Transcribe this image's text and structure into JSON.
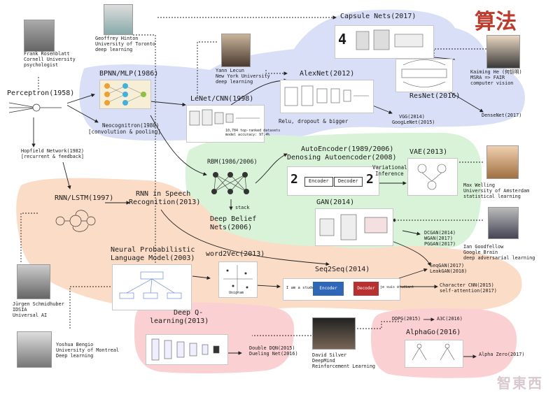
{
  "title": "算法",
  "watermark": "智東西",
  "colors": {
    "blue": "#d9dff7",
    "green": "#d8f3d8",
    "orange": "#fbdcc6",
    "pink": "#fbd0d3",
    "title": "#c0392b"
  },
  "people": {
    "rosenblatt": [
      "Frank Rosenblatt",
      "Cornell University",
      "psychologist"
    ],
    "hinton": [
      "Geoffrey Hinton",
      "University of Toronto",
      "deep learning"
    ],
    "lecun": [
      "Yann Lecun",
      "New York University",
      "deep learning"
    ],
    "he": [
      "Kaiming He (何恺明)",
      "MSRA => FAIR",
      "computer vision"
    ],
    "welling": [
      "Max Welling",
      "University of Amsterdam",
      "statistical learning"
    ],
    "goodfellow": [
      "Ian Goodfellow",
      "Google Brain",
      "deep adversarial learning"
    ],
    "schmidhuber": [
      "Jürgen Schmidhuber",
      "IDSIA",
      "Universal AI"
    ],
    "bengio": [
      "Yoshua Bengio",
      "University of Montreal",
      "Deep learning"
    ],
    "silver": [
      "David Silver",
      "DeepMind",
      "Reinforcement Learning"
    ]
  },
  "nodes": {
    "perceptron": "Perceptron(1958)",
    "bpnn": "BPNN/MLP(1986)",
    "neocognitron": [
      "Neocognitron(1980)",
      "[convolution & pooling]"
    ],
    "lenet": "LeNet/CNN(1998)",
    "capsule": "Capsule Nets(2017)",
    "alexnet": "AlexNet(2012)",
    "alexnet_note": "Relu, dropout & bigger",
    "resnet": "ResNet(2016)",
    "vgg": [
      "VGG(2014)",
      "GoogLeNet(2015)"
    ],
    "densenet": "DenseNet(2017)",
    "hopfield": [
      "Hopfield Network(1982)",
      "[recurrent & feedback]"
    ],
    "rbm": "RBM(1986/2006)",
    "stack": "stack",
    "dbn": [
      "Deep Belief",
      "Nets(2006)"
    ],
    "autoencoder": [
      "AutoEncoder(1989/2006)",
      "Denosing Autoencoder(2008)"
    ],
    "vae": "VAE(2013)",
    "variational": [
      "Variational",
      "Inference"
    ],
    "gan": "GAN(2014)",
    "gan_variants": [
      "DCGAN(2014)",
      "WGAN(2017)",
      "PGGAN(2017)"
    ],
    "rnn_lstm": "RNN/LSTM(1997)",
    "rnn_speech": [
      "RNN in Speech",
      "Recognition(2013)"
    ],
    "nplm": [
      "Neural Probabilistic",
      "Language Model(2003)"
    ],
    "word2vec": "word2Vec(2013)",
    "seq2seq": "Seq2Seq(2014)",
    "seqgan": [
      "SeqGAN(2017)",
      "LeakGAN(2018)"
    ],
    "char_cnn": [
      "Character CNN(2015)",
      "self-attention(2017)"
    ],
    "dqn": [
      "Deep Q-",
      "learning(2013)"
    ],
    "double_dqn": [
      "Double DQN(2015)",
      "Dueling Net(2016)"
    ],
    "ddpg": "DDPG(2015)",
    "a3c": "A3C(2016)",
    "alphago": "AlphaGo(2016)",
    "alphazero": "Alpha Zero(2017)"
  },
  "figure_text": {
    "encoder": "Encoder",
    "decoder": "Decoder",
    "seq_in": "I am a student",
    "seq_out": "je suis étudiant",
    "ae_in": "2",
    "ae_out": "2",
    "capsule_digit": "4",
    "lenet_caption": [
      "10,784 top-ranked datasets",
      "model accuracy: 97.4%"
    ],
    "word2vec_caption": "Unigram"
  }
}
